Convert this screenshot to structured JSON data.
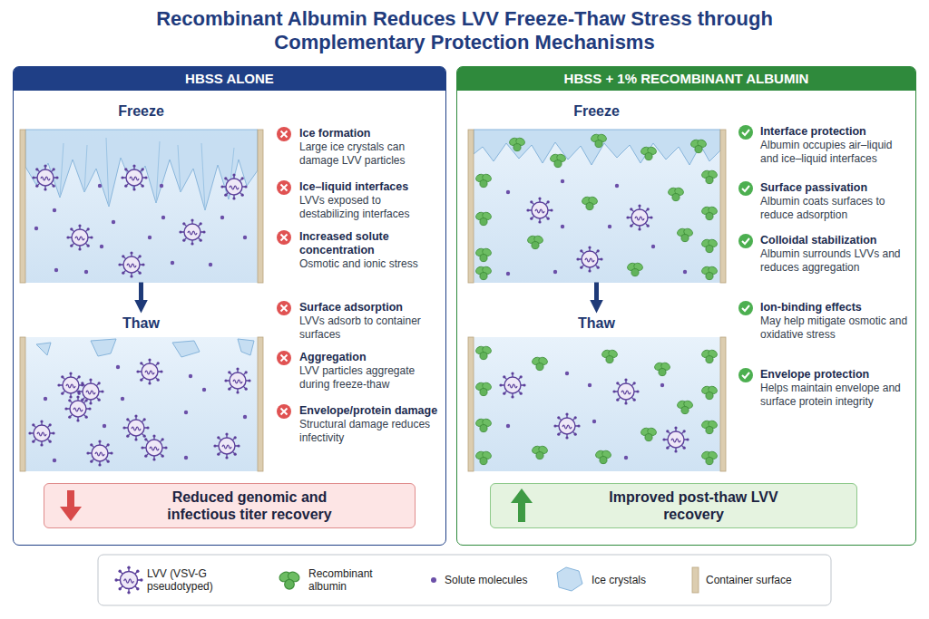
{
  "diagram": {
    "title": "Recombinant Albumin Reduces LVV Freeze-Thaw Stress through Complementary Protection Mechanisms",
    "nodes": [
      {
        "text": [
          "HBSS ALONE"
        ]
      },
      {
        "text": [
          "Freeze"
        ],
        "in": 0
      },
      {
        "text": [
          "Thaw"
        ],
        "in": 0
      },
      {
        "text": [
          "Reduced genomic and infectious titer recovery"
        ],
        "in": 0
      },
      {
        "text": [
          "HBSS + 1% RECOMBINANT ALBUMIN"
        ]
      },
      {
        "text": [
          "Freeze"
        ],
        "in": 4
      },
      {
        "text": [
          "Thaw"
        ],
        "in": 4
      },
      {
        "text": [
          "Improved post-thaw LVV recovery"
        ],
        "in": 4
      }
    ],
    "edges": [
      {
        "from": 1,
        "to": 2,
        "arrow": "to"
      },
      {
        "from": 5,
        "to": 6,
        "arrow": "to"
      }
    ],
    "labels": [
      "Ice formation",
      "Large ice crystals can damage LVV particles",
      "Ice–liquid interfaces",
      "LVVs exposed to destabilizing interfaces",
      "Increased solute concentration",
      "Osmotic and ionic stress",
      "Surface adsorption",
      "LVVs adsorb to container surfaces",
      "Aggregation",
      "LVV particles aggregate during freeze-thaw",
      "Envelope/protein damage",
      "Structural damage reduces infectivity",
      "Interface protection",
      "Albumin occupies air–liquid and ice–liquid interfaces",
      "Surface passivation",
      "Albumin coats surfaces to reduce adsorption",
      "Colloidal stabilization",
      "Albumin surrounds LVVs and reduces aggregation",
      "Ion-binding effects",
      "May help mitigate osmotic and oxidative stress",
      "Envelope protection",
      "Helps maintain envelope and surface protein integrity"
    ],
    "legend": [
      {
        "text": "LVV (VSV-G pseudotyped)"
      },
      {
        "text": "Recombinant albumin"
      },
      {
        "text": "Solute molecules"
      },
      {
        "text": "Ice crystals"
      },
      {
        "text": "Container surface"
      }
    ]
  }
}
